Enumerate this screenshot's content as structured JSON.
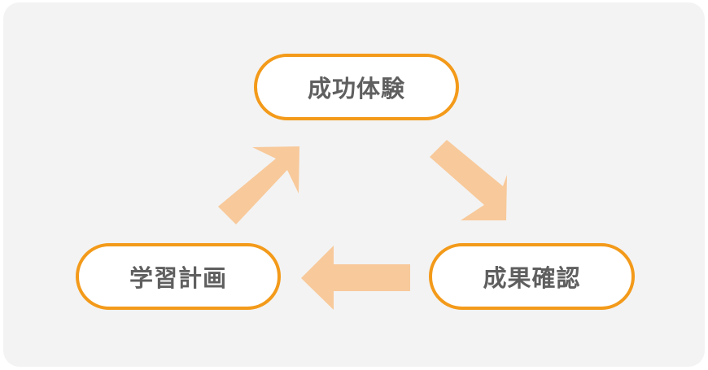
{
  "cycle": {
    "nodes": [
      {
        "id": "top",
        "label": "成功体験"
      },
      {
        "id": "right",
        "label": "成果確認"
      },
      {
        "id": "left",
        "label": "学習計画"
      }
    ]
  },
  "colors": {
    "background": "#f3f3f3",
    "node_border": "#f39a1a",
    "node_text": "#5f5f5f",
    "arrow": "#f8c99a"
  }
}
